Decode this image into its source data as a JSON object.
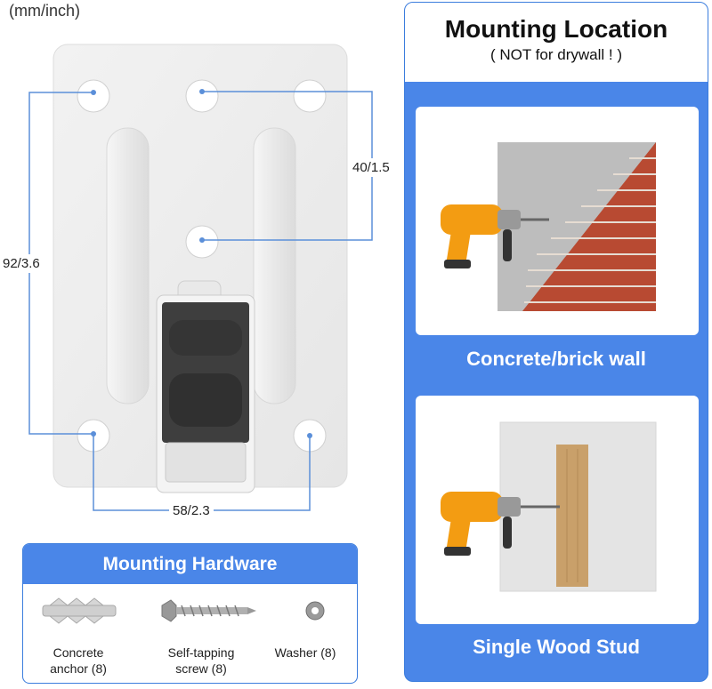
{
  "units": "(mm/inch)",
  "dimensions": {
    "hole_vertical": "40/1.5",
    "height": "92/3.6",
    "width": "58/2.3"
  },
  "location": {
    "title": "Mounting Location",
    "subtitle": "( NOT for drywall ! )",
    "options": [
      {
        "label": "Concrete/brick wall"
      },
      {
        "label": "Single Wood Stud"
      }
    ]
  },
  "hardware": {
    "title": "Mounting Hardware",
    "items": [
      {
        "line1": "Concrete",
        "line2": "anchor (8)"
      },
      {
        "line1": "Self-tapping",
        "line2": "screw (8)"
      },
      {
        "line1": "Washer (8)",
        "line2": ""
      }
    ]
  },
  "colors": {
    "accent": "#4a86e8",
    "dimension_line": "#5b8fd9",
    "plate": "#eeeeee"
  }
}
